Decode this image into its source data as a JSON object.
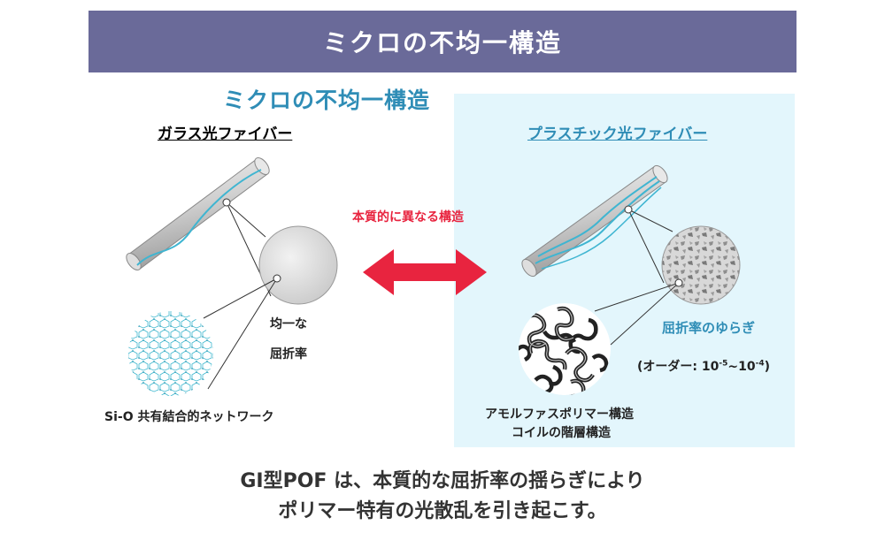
{
  "banner_title": "ミクロの不均一構造",
  "subtitle": "ミクロの不均一構造",
  "glass": {
    "heading": "ガラス光ファイバー",
    "uniform_line1": "均一な",
    "uniform_line2": "屈折率",
    "network_label": "Si-O 共有結合的ネットワーク"
  },
  "plastic": {
    "heading": "プラスチック光ファイバー",
    "fluctuation_label": "屈折率のゆらぎ",
    "order_prefix": "(オーダー: 10",
    "order_exp1": "-5",
    "order_mid": "~10",
    "order_exp2": "-4",
    "order_suffix": ")",
    "structure_line1": "アモルファスポリマー構造",
    "structure_line2": "コイルの階層構造"
  },
  "comparison_label": "本質的に異なる構造",
  "conclusion_line1": "GI型POF は、本質的な屈折率の揺らぎにより",
  "conclusion_line2": "ポリマー特有の光散乱を引き起こす。",
  "colors": {
    "banner_bg": "#6a6a99",
    "accent_blue": "#2f8db6",
    "arrow_red": "#e8243f",
    "panel_bg": "#e3f6fc"
  }
}
